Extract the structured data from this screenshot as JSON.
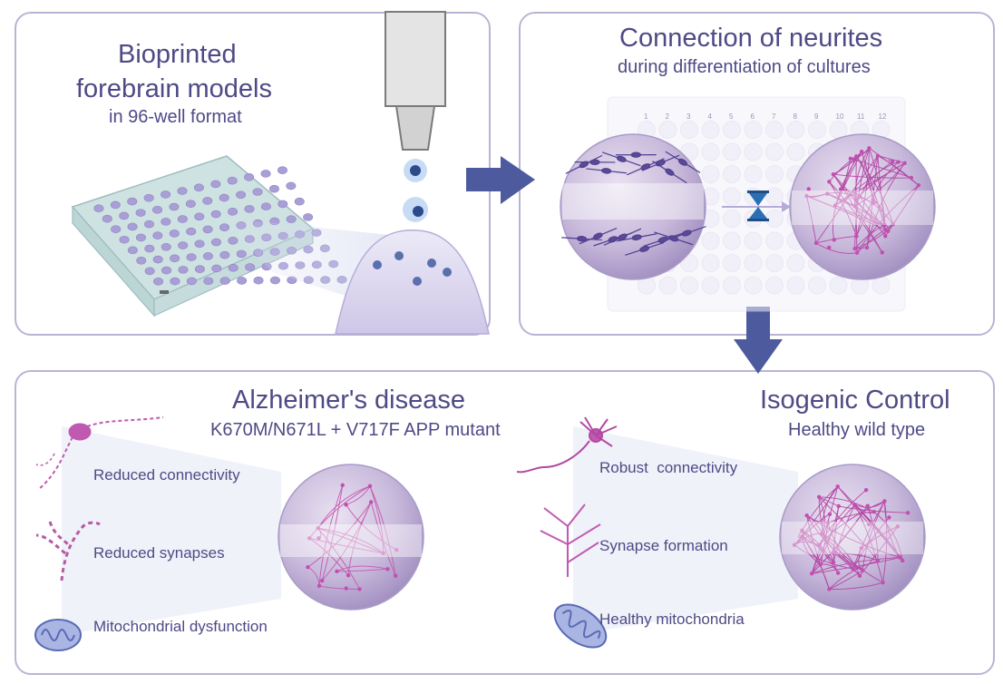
{
  "top_left": {
    "title_line1": "Bioprinted",
    "title_line2": "forebrain models",
    "subtitle": "in 96-well format"
  },
  "top_right": {
    "title": "Connection of neurites",
    "subtitle": "during differentiation of cultures",
    "plate_columns": [
      "1",
      "2",
      "3",
      "4",
      "5",
      "6",
      "7",
      "8",
      "9",
      "10",
      "11",
      "12"
    ]
  },
  "alzheimers": {
    "title": "Alzheimer's disease",
    "subtitle": "K670M/N671L + V717F APP mutant",
    "features": [
      "Reduced connectivity",
      "Reduced synapses",
      "Mitochondrial dysfunction"
    ]
  },
  "control": {
    "title": "Isogenic Control",
    "subtitle": "Healthy wild type",
    "features": [
      "Robust  connectivity",
      "Synapse formation",
      "Healthy mitochondria"
    ]
  },
  "colors": {
    "panel_border": "#b9b4d6",
    "text": "#4e4a86",
    "arrow": "#4d5b9e",
    "neuron_ad": "#5a4a96",
    "neuron_healthy": "#c05ab0",
    "sphere": "#c9bcd9"
  },
  "icons": [
    "96-well-plate-icon",
    "bioprinter-nozzle-icon",
    "droplet-icon",
    "hourglass-icon",
    "neuron-icon",
    "dendrite-icon",
    "mitochondria-icon",
    "culture-sphere-icon"
  ]
}
